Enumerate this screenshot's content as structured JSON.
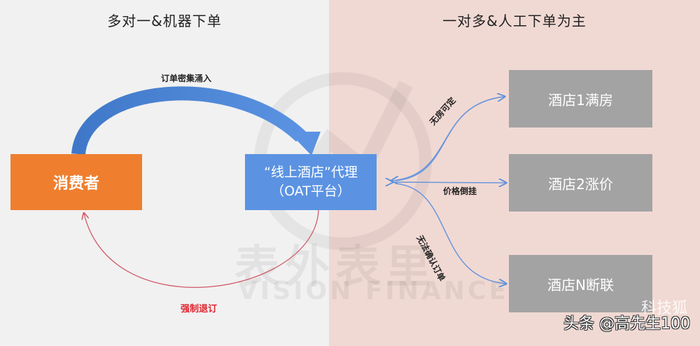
{
  "left_panel": {
    "title": "多对一&机器下单",
    "background": "#f1f1f1"
  },
  "right_panel": {
    "title": "一对多&人工下单为主",
    "background": "#f1d9d3"
  },
  "nodes": {
    "consumer": {
      "label": "消费者",
      "color": "#ef7f2f"
    },
    "platform": {
      "line1": "“线上酒店”代理",
      "line2": "（OAT平台）",
      "color": "#5b93e2"
    },
    "hotels": [
      {
        "label": "酒店1满房",
        "color": "#a3a3a3"
      },
      {
        "label": "酒店2涨价",
        "color": "#a3a3a3"
      },
      {
        "label": "酒店N断联",
        "color": "#a3a3a3"
      }
    ]
  },
  "edges": {
    "orders_flood": "订单密集涌入",
    "forced_refund": "强制退订",
    "no_rooms": "无房可定",
    "price_inversion": "价格倒挂",
    "cannot_confirm": "无法确认订单"
  },
  "watermark": {
    "cn": "表外表里",
    "en": "VISION FINANCE"
  },
  "footer": {
    "credit": "头条 @高先生100",
    "overlay": "科技狐"
  }
}
